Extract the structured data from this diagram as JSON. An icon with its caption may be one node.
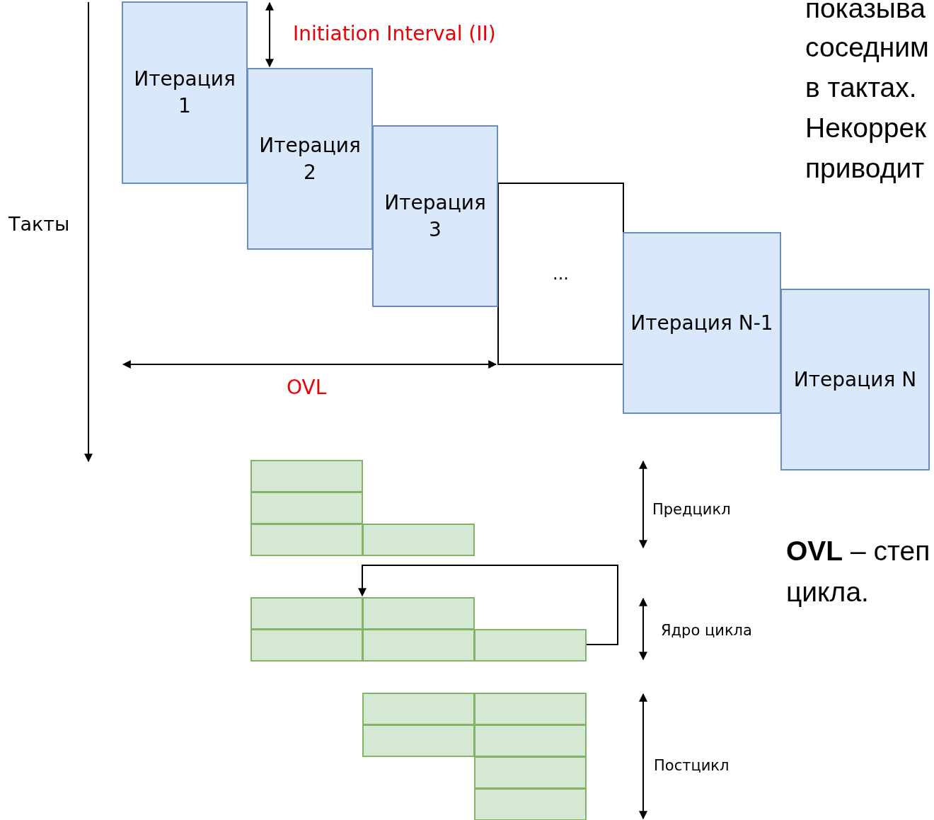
{
  "diagram": {
    "nodes": [
      {
        "text": [
          "Итерация 1"
        ]
      },
      {
        "text": [
          "Итерация 2"
        ]
      },
      {
        "text": [
          "Итерация 3"
        ]
      },
      {
        "text": [
          "..."
        ]
      },
      {
        "text": [
          "Итерация N-1"
        ]
      },
      {
        "text": [
          "Итерация N"
        ]
      },
      {
        "text": [],
        "shape": "box"
      },
      {
        "text": [],
        "shape": "box"
      },
      {
        "text": [],
        "shape": "box"
      },
      {
        "text": [],
        "shape": "box"
      },
      {
        "text": [],
        "shape": "box"
      },
      {
        "text": [],
        "shape": "box"
      },
      {
        "text": [],
        "shape": "box"
      },
      {
        "text": [],
        "shape": "box"
      },
      {
        "text": [],
        "shape": "box"
      },
      {
        "text": [],
        "shape": "box"
      },
      {
        "text": [],
        "shape": "box"
      },
      {
        "text": [],
        "shape": "box"
      },
      {
        "text": [],
        "shape": "box"
      },
      {
        "text": [],
        "shape": "box"
      },
      {
        "text": [],
        "shape": "box"
      }
    ],
    "edges": [
      {
        "from": 14,
        "to": 11,
        "arrow": "to"
      }
    ],
    "labels": [
      "показыва",
      "Initiation Interval (II)",
      "соседним",
      "в тактах.",
      "Некоррек",
      "приводит",
      "Такты",
      "OVL",
      "Предцикл",
      "**OVL** – степ",
      "цикла.",
      "Ядро цикла",
      "Постцикл"
    ]
  }
}
